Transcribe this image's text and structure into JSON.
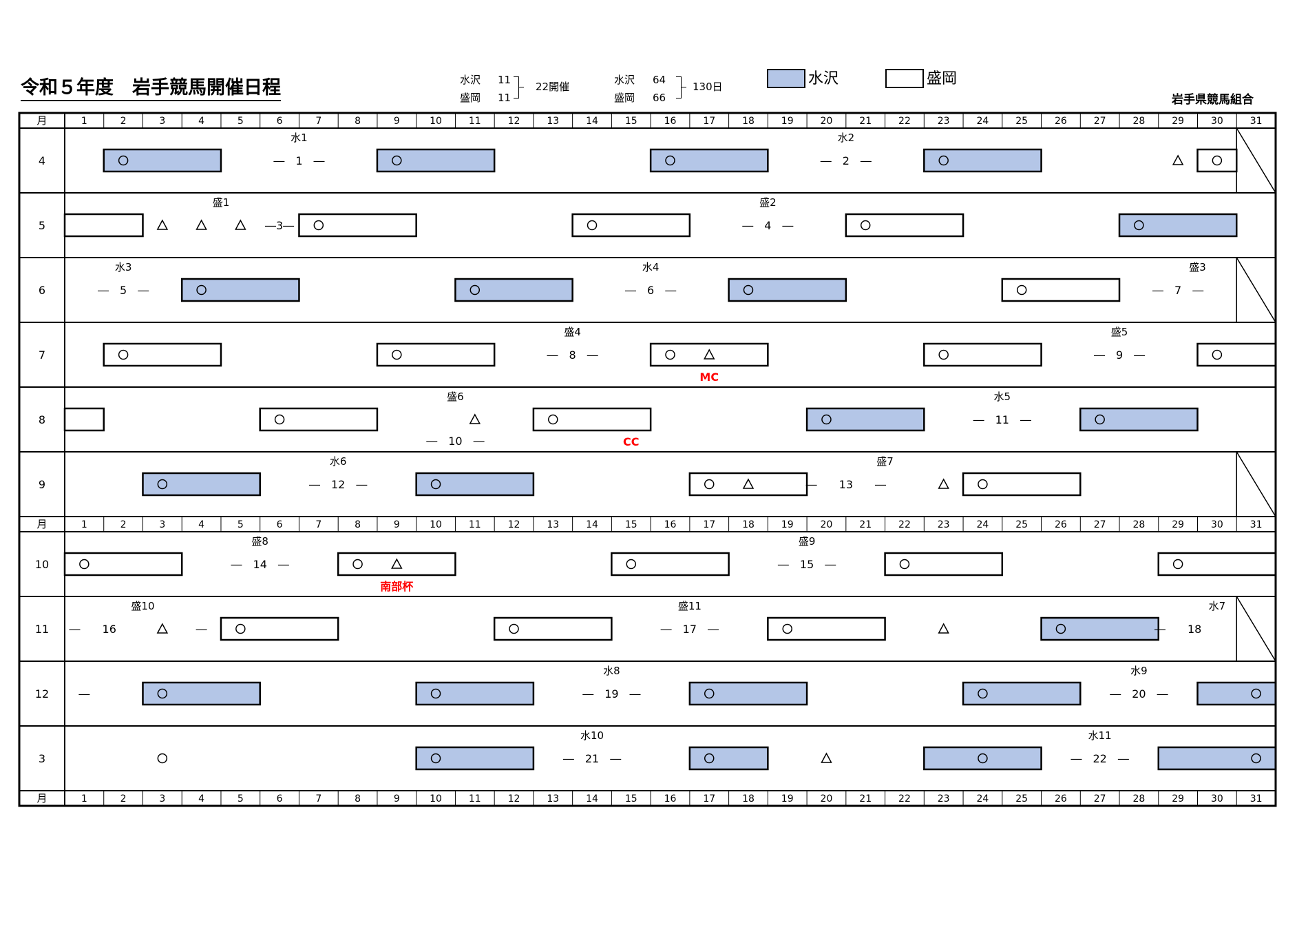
{
  "header": {
    "title": "令和５年度　岩手競馬開催日程",
    "summary": {
      "sessions": {
        "rows": [
          {
            "venue": "水沢",
            "value": "11"
          },
          {
            "venue": "盛岡",
            "value": "11"
          }
        ],
        "total": "22開催"
      },
      "days": {
        "rows": [
          {
            "venue": "水沢",
            "value": "64"
          },
          {
            "venue": "盛岡",
            "value": "66"
          }
        ],
        "total": "130日"
      }
    },
    "legend": [
      {
        "label": "水沢",
        "color": "#b4c6e7"
      },
      {
        "label": "盛岡",
        "color": "#ffffff"
      }
    ],
    "organization": "岩手県競馬組合"
  },
  "calendar": {
    "month_header_label": "月",
    "days": [
      "1",
      "2",
      "3",
      "4",
      "5",
      "6",
      "7",
      "8",
      "9",
      "10",
      "11",
      "12",
      "13",
      "14",
      "15",
      "16",
      "17",
      "18",
      "19",
      "20",
      "21",
      "22",
      "23",
      "24",
      "25",
      "26",
      "27",
      "28",
      "29",
      "30",
      "31"
    ],
    "colors": {
      "mizusawa": "#b4c6e7",
      "morioka": "#ffffff",
      "grid": "#000000",
      "special": "#ff0000"
    },
    "months": [
      {
        "month": "4",
        "days_in_month": 30,
        "meets": [
          {
            "start": 2,
            "end": 4,
            "venue": "mizusawa"
          },
          {
            "start": 9,
            "end": 11,
            "venue": "mizusawa"
          },
          {
            "start": 16,
            "end": 18,
            "venue": "mizusawa"
          },
          {
            "start": 23,
            "end": 25,
            "venue": "mizusawa"
          },
          {
            "start": 30,
            "end": 30,
            "venue": "morioka"
          }
        ],
        "circles": [
          2,
          9,
          16,
          23,
          30
        ],
        "triangles": [
          29
        ],
        "labels": [
          {
            "day": 6.5,
            "text": "水1"
          },
          {
            "day": 20.5,
            "text": "水2"
          }
        ],
        "dashes": [
          {
            "day": 6.5,
            "text": "―　1　―"
          },
          {
            "day": 20.5,
            "text": "―　2　―"
          }
        ],
        "specials": []
      },
      {
        "month": "5",
        "days_in_month": 31,
        "meets": [
          {
            "start": 1,
            "end": 2,
            "venue": "morioka"
          },
          {
            "start": 7,
            "end": 9,
            "venue": "morioka"
          },
          {
            "start": 14,
            "end": 16,
            "venue": "morioka"
          },
          {
            "start": 21,
            "end": 23,
            "venue": "morioka"
          },
          {
            "start": 28,
            "end": 30,
            "venue": "mizusawa"
          }
        ],
        "circles": [
          7,
          14,
          21,
          28
        ],
        "triangles": [
          3,
          4,
          5
        ],
        "labels": [
          {
            "day": 4.5,
            "text": "盛1"
          },
          {
            "day": 18.5,
            "text": "盛2"
          }
        ],
        "dashes": [
          {
            "day": 6,
            "text": "―3―"
          },
          {
            "day": 18.5,
            "text": "―　4　―"
          }
        ],
        "specials": []
      },
      {
        "month": "6",
        "days_in_month": 30,
        "meets": [
          {
            "start": 4,
            "end": 6,
            "venue": "mizusawa"
          },
          {
            "start": 11,
            "end": 13,
            "venue": "mizusawa"
          },
          {
            "start": 18,
            "end": 20,
            "venue": "mizusawa"
          },
          {
            "start": 25,
            "end": 27,
            "venue": "morioka"
          }
        ],
        "circles": [
          4,
          11,
          18,
          25
        ],
        "triangles": [],
        "labels": [
          {
            "day": 2,
            "text": "水3"
          },
          {
            "day": 15.5,
            "text": "水4"
          },
          {
            "day": 29.5,
            "text": "盛3"
          }
        ],
        "dashes": [
          {
            "day": 2,
            "text": "―　5　―"
          },
          {
            "day": 15.5,
            "text": "―　6　―"
          },
          {
            "day": 29,
            "text": "―　7　―"
          }
        ],
        "specials": []
      },
      {
        "month": "7",
        "days_in_month": 31,
        "meets": [
          {
            "start": 2,
            "end": 4,
            "venue": "morioka"
          },
          {
            "start": 9,
            "end": 11,
            "venue": "morioka"
          },
          {
            "start": 16,
            "end": 18,
            "venue": "morioka"
          },
          {
            "start": 23,
            "end": 25,
            "venue": "morioka"
          },
          {
            "start": 30,
            "end": 31,
            "venue": "morioka"
          }
        ],
        "circles": [
          2,
          9,
          16,
          23,
          30
        ],
        "triangles": [
          17
        ],
        "labels": [
          {
            "day": 13.5,
            "text": "盛4"
          },
          {
            "day": 27.5,
            "text": "盛5"
          }
        ],
        "dashes": [
          {
            "day": 13.5,
            "text": "―　8　―"
          },
          {
            "day": 27.5,
            "text": "―　9　―"
          }
        ],
        "specials": [
          {
            "day": 17,
            "text": "MC"
          }
        ]
      },
      {
        "month": "8",
        "days_in_month": 31,
        "meets": [
          {
            "start": 1,
            "end": 1,
            "venue": "morioka"
          },
          {
            "start": 6,
            "end": 8,
            "venue": "morioka"
          },
          {
            "start": 13,
            "end": 15,
            "venue": "morioka"
          },
          {
            "start": 20,
            "end": 22,
            "venue": "mizusawa"
          },
          {
            "start": 27,
            "end": 29,
            "venue": "mizusawa"
          }
        ],
        "circles": [
          6,
          13,
          20,
          27
        ],
        "triangles": [
          11
        ],
        "labels": [
          {
            "day": 10.5,
            "text": "盛6"
          },
          {
            "day": 24.5,
            "text": "水5"
          }
        ],
        "dashes": [
          {
            "day": 24.5,
            "text": "―　11　―"
          }
        ],
        "lower_dashes": [
          {
            "day": 10.5,
            "text": "―　10　―"
          }
        ],
        "specials": [
          {
            "day": 15,
            "text": "CC"
          }
        ]
      },
      {
        "month": "9",
        "days_in_month": 30,
        "meets": [
          {
            "start": 3,
            "end": 5,
            "venue": "mizusawa"
          },
          {
            "start": 10,
            "end": 12,
            "venue": "mizusawa"
          },
          {
            "start": 17,
            "end": 19,
            "venue": "morioka"
          },
          {
            "start": 24,
            "end": 26,
            "venue": "morioka"
          }
        ],
        "circles": [
          3,
          10,
          17,
          24
        ],
        "triangles": [
          18,
          23
        ],
        "labels": [
          {
            "day": 7.5,
            "text": "水6"
          },
          {
            "day": 21.5,
            "text": "盛7"
          }
        ],
        "dashes": [
          {
            "day": 7.5,
            "text": "―　12　―"
          },
          {
            "day": 20.5,
            "text": "―　　13　　―"
          }
        ],
        "specials": []
      },
      {
        "month": "10",
        "days_in_month": 31,
        "meets": [
          {
            "start": 1,
            "end": 3,
            "venue": "morioka"
          },
          {
            "start": 8,
            "end": 10,
            "venue": "morioka"
          },
          {
            "start": 15,
            "end": 17,
            "venue": "morioka"
          },
          {
            "start": 22,
            "end": 24,
            "venue": "morioka"
          },
          {
            "start": 29,
            "end": 31,
            "venue": "morioka"
          }
        ],
        "circles": [
          1,
          8,
          15,
          22,
          29
        ],
        "triangles": [
          9
        ],
        "labels": [
          {
            "day": 5.5,
            "text": "盛8"
          },
          {
            "day": 19.5,
            "text": "盛9"
          }
        ],
        "dashes": [
          {
            "day": 5.5,
            "text": "―　14　―"
          },
          {
            "day": 19.5,
            "text": "―　15　―"
          }
        ],
        "specials": [
          {
            "day": 9,
            "text": "南部杯"
          }
        ]
      },
      {
        "month": "11",
        "days_in_month": 30,
        "meets": [
          {
            "start": 5,
            "end": 7,
            "venue": "morioka"
          },
          {
            "start": 12,
            "end": 14,
            "venue": "morioka"
          },
          {
            "start": 19,
            "end": 21,
            "venue": "morioka"
          },
          {
            "start": 26,
            "end": 28,
            "venue": "mizusawa"
          }
        ],
        "circles": [
          5,
          12,
          19,
          26
        ],
        "triangles": [
          3,
          23
        ],
        "labels": [
          {
            "day": 2.5,
            "text": "盛10"
          },
          {
            "day": 16.5,
            "text": "盛11"
          },
          {
            "day": 30,
            "text": "水7"
          }
        ],
        "dashes": [
          {
            "day": 1.5,
            "text": "―　　16　　"
          },
          {
            "day": 4,
            "text": "―"
          },
          {
            "day": 16.5,
            "text": "―　17　―"
          },
          {
            "day": 29,
            "text": "―　　18"
          }
        ],
        "specials": []
      },
      {
        "month": "12",
        "days_in_month": 31,
        "meets": [
          {
            "start": 3,
            "end": 5,
            "venue": "mizusawa"
          },
          {
            "start": 10,
            "end": 12,
            "venue": "mizusawa"
          },
          {
            "start": 17,
            "end": 19,
            "venue": "mizusawa"
          },
          {
            "start": 24,
            "end": 26,
            "venue": "mizusawa"
          },
          {
            "start": 30,
            "end": 31,
            "venue": "mizusawa"
          }
        ],
        "circles": [
          3,
          10,
          17,
          24,
          31
        ],
        "triangles": [],
        "labels": [
          {
            "day": 14.5,
            "text": "水8"
          },
          {
            "day": 28,
            "text": "水9"
          }
        ],
        "dashes": [
          {
            "day": 1,
            "text": "―"
          },
          {
            "day": 14.5,
            "text": "―　19　―"
          },
          {
            "day": 28,
            "text": "―　20　―"
          }
        ],
        "specials": []
      },
      {
        "month": "3",
        "days_in_month": 31,
        "meets": [
          {
            "start": 10,
            "end": 12,
            "venue": "mizusawa"
          },
          {
            "start": 17,
            "end": 18,
            "venue": "mizusawa"
          },
          {
            "start": 23,
            "end": 25,
            "venue": "mizusawa"
          },
          {
            "start": 29,
            "end": 31,
            "venue": "mizusawa"
          }
        ],
        "circles": [
          3,
          10,
          17,
          24,
          31
        ],
        "triangles": [
          20
        ],
        "labels": [
          {
            "day": 14,
            "text": "水10"
          },
          {
            "day": 27,
            "text": "水11"
          }
        ],
        "dashes": [
          {
            "day": 14,
            "text": "―　21　―"
          },
          {
            "day": 27,
            "text": "―　22　―"
          }
        ],
        "specials": []
      }
    ]
  }
}
